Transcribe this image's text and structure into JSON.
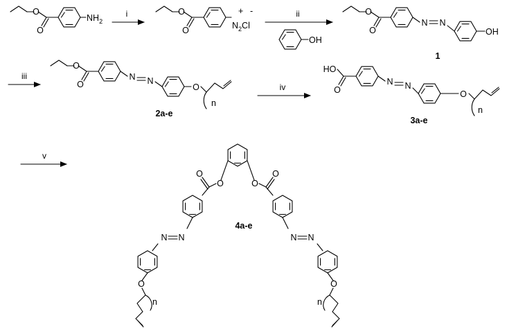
{
  "steps": [
    "i",
    "ii",
    "iii",
    "iv",
    "v"
  ],
  "labels": {
    "NH2": "NH",
    "NH2_sub": "2",
    "N2Cl": "N",
    "N2Cl_sub": "2",
    "N2Cl_tail": "Cl",
    "plus": "+",
    "minus": "-",
    "OH": "OH",
    "HO": "HO",
    "O": "O",
    "N": "N",
    "n": "n"
  },
  "compounds": {
    "c1": "1",
    "c2": "2a-e",
    "c3": "3a-e",
    "c4": "4a-e"
  }
}
